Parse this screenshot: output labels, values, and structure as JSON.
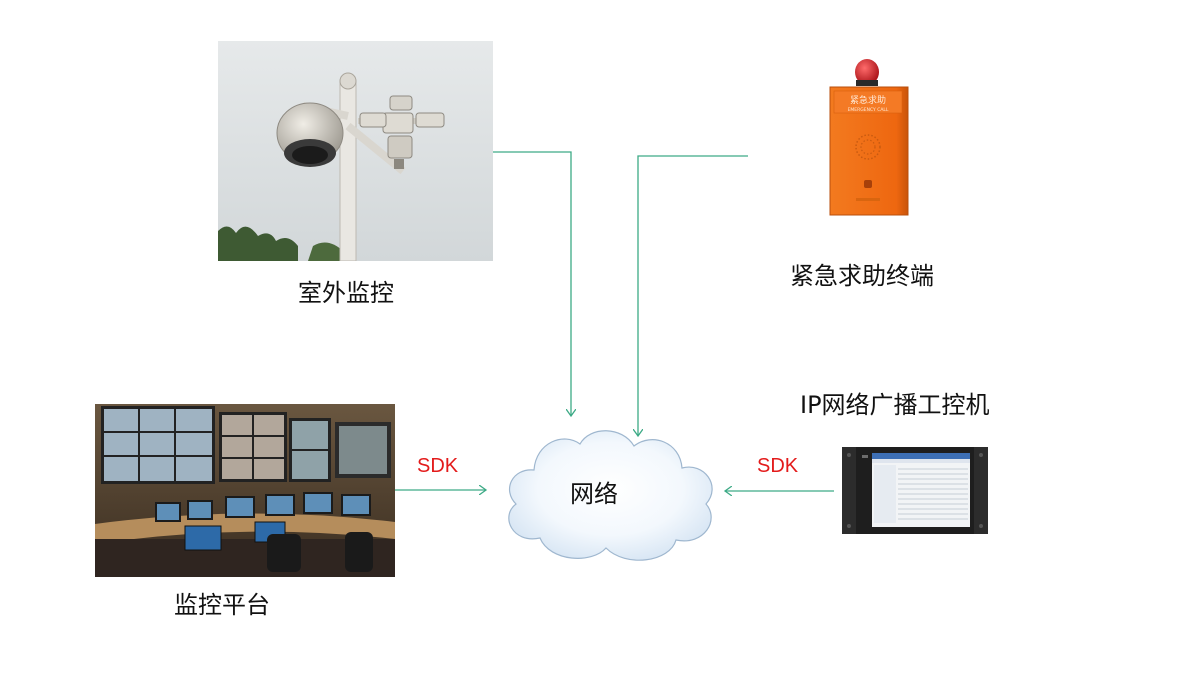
{
  "nodes": {
    "outdoor": {
      "label": "室外监控"
    },
    "emergency": {
      "label": "紧急求助终端",
      "box_title": "紧急求助",
      "box_subtitle": "EMERGENCY CALL"
    },
    "platform": {
      "label": "监控平台"
    },
    "broadcast": {
      "label": "IP网络广播工控机"
    },
    "network": {
      "label": "网络"
    }
  },
  "edges": {
    "platform_link": "SDK",
    "broadcast_link": "SDK"
  },
  "colors": {
    "connector": "#3daa86",
    "sdk_text": "#e31b1b",
    "emergency_orange": "#f06a12",
    "beacon_red": "#d4141c"
  }
}
